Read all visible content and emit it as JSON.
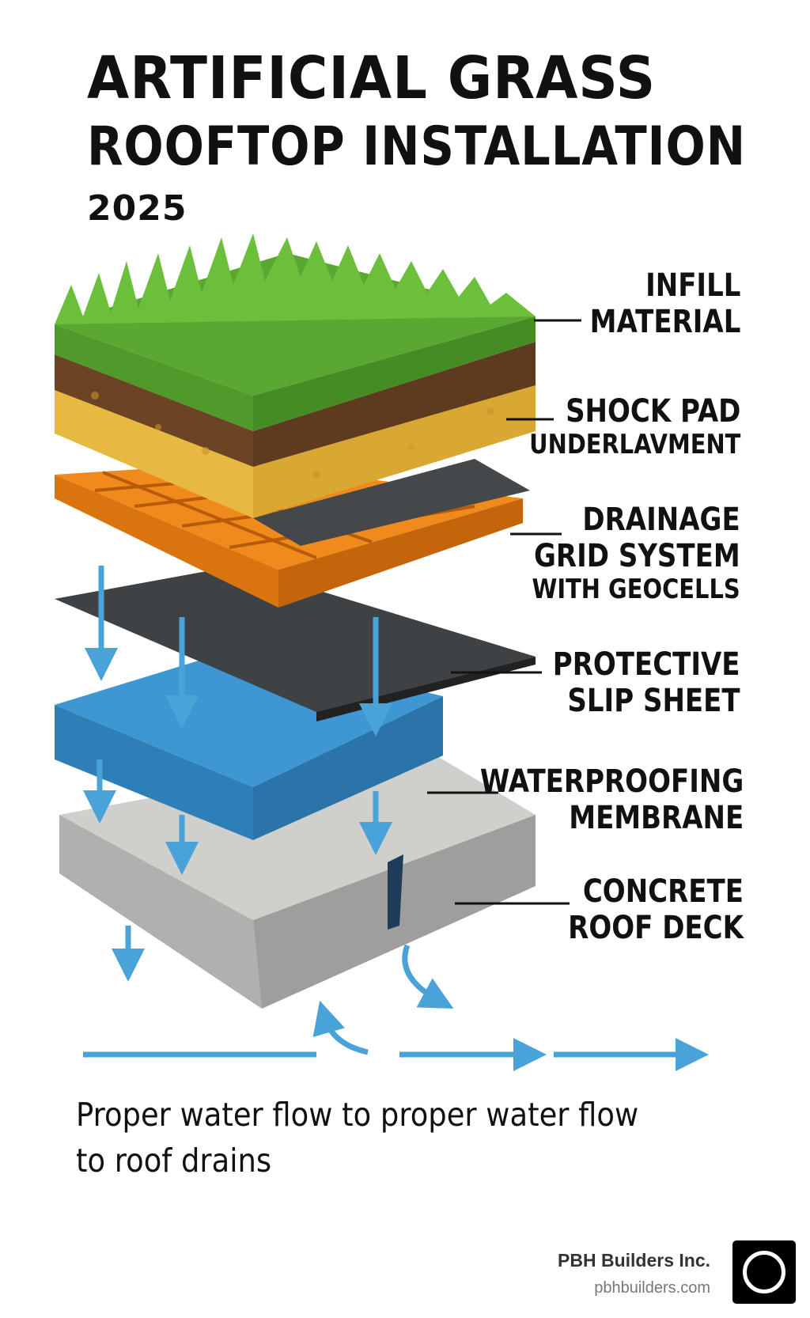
{
  "header": {
    "title_line1": "ARTIFICIAL GRASS",
    "title_line2": "ROOFTOP INSTALLATION",
    "year": "2025"
  },
  "layers": [
    {
      "lines": [
        "INFILL",
        "MATERIAL"
      ]
    },
    {
      "lines": [
        "SHOCK PAD",
        "UNDERLAVMENT"
      ]
    },
    {
      "lines": [
        "DRAINAGE",
        "GRID SYSTEM",
        "WITH GEOCELLS"
      ]
    },
    {
      "lines": [
        "PROTECTIVE",
        "SLIP SHEET"
      ]
    },
    {
      "lines": [
        "WATERPROOFING",
        "MEMBRANE"
      ]
    },
    {
      "lines": [
        "CONCRETE",
        "ROOF DECK"
      ]
    }
  ],
  "caption": {
    "line1": "Proper water flow to proper water flow",
    "line2": "to roof drains"
  },
  "company": {
    "name": "PBH Builders Inc.",
    "url": "pbhbuilders.com"
  },
  "colors": {
    "grass": "#5aa832",
    "soil": "#6b4423",
    "pad": "#e8b940",
    "grid": "#f08a1c",
    "sheet": "#3f4245",
    "membrane": "#3d97d3",
    "concrete": "#bdbdbb",
    "water": "#4aa3d8"
  }
}
